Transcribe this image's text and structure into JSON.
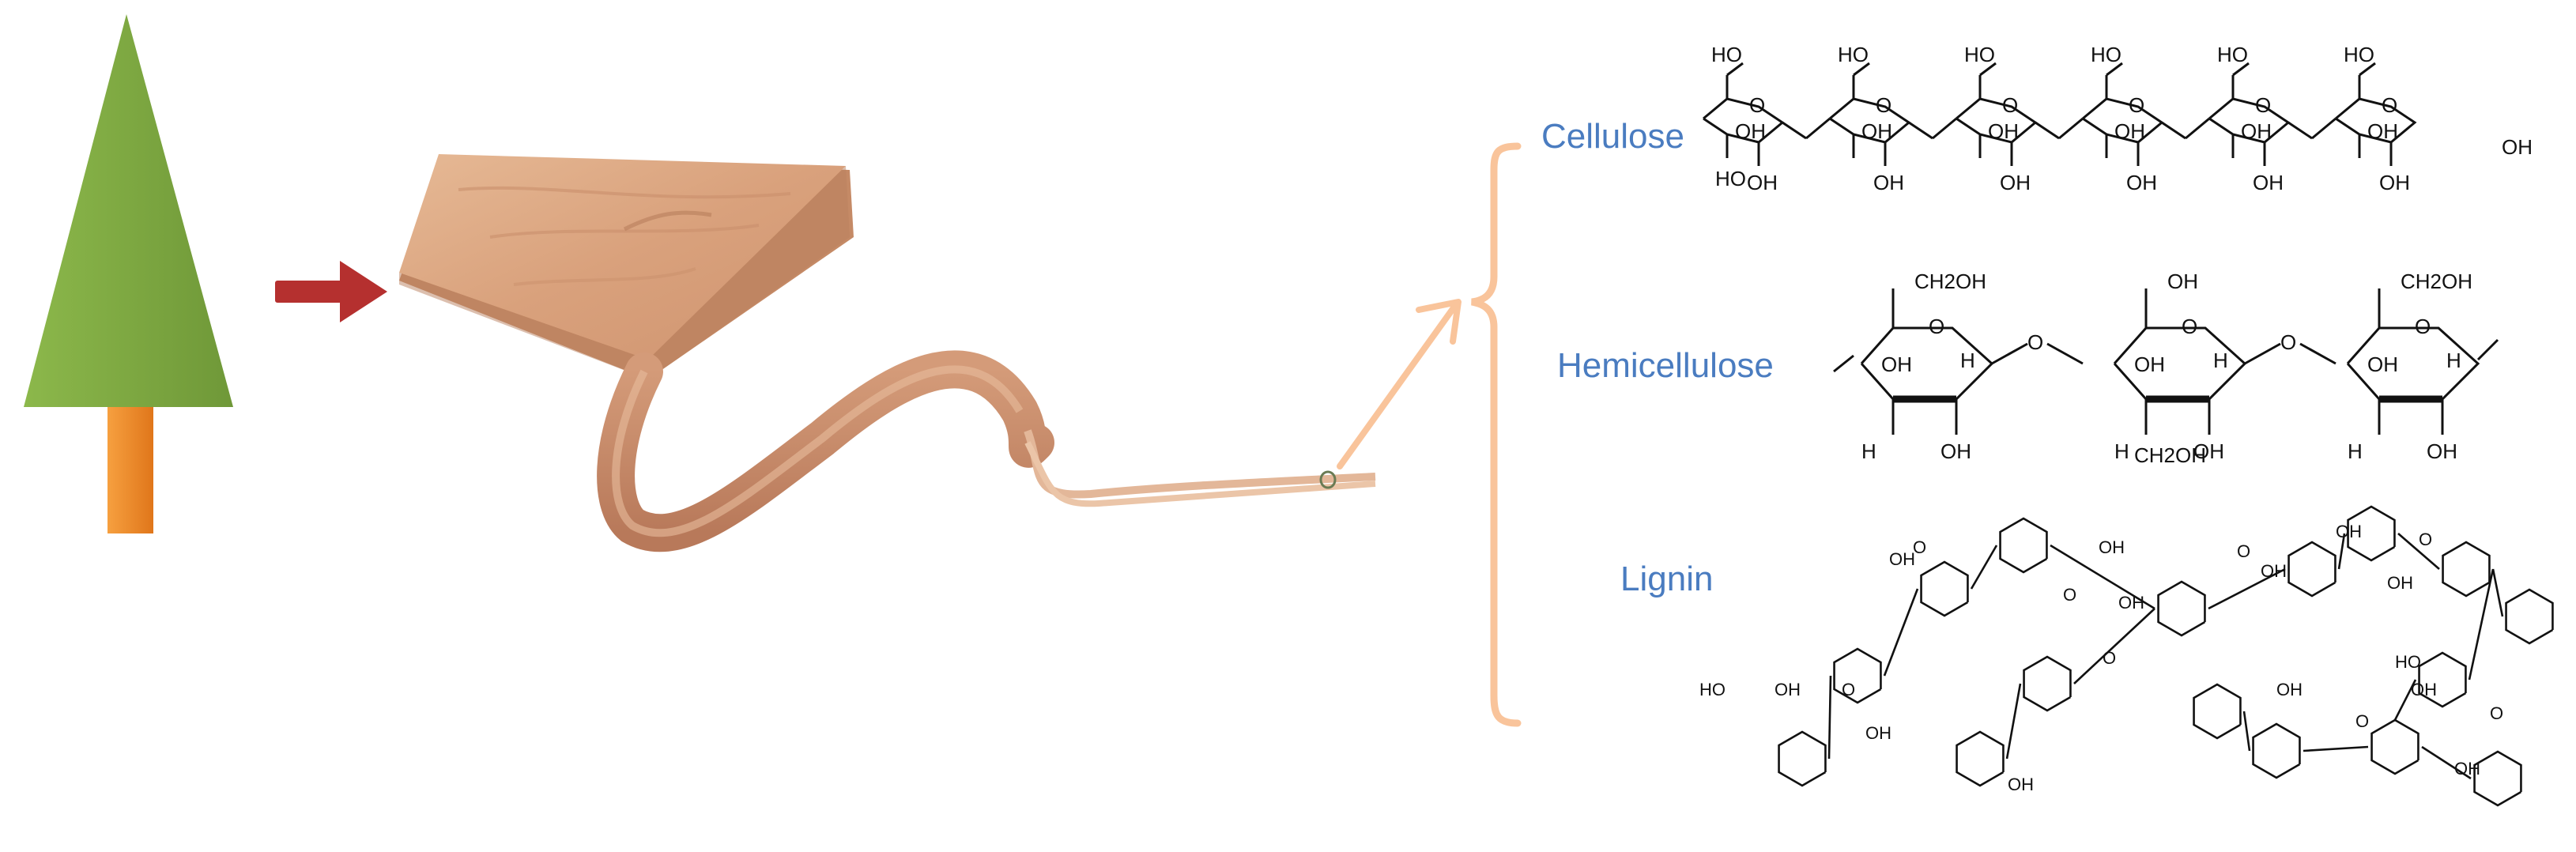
{
  "labels": {
    "cellulose": "Cellulose",
    "hemicellulose": "Hemicellulose",
    "lignin": "Lignin"
  },
  "chem": {
    "oh": "OH",
    "ch2oh": "CH2OH",
    "h": "H",
    "o": "O",
    "ho": "HO"
  },
  "colors": {
    "tree_green": "#7fa642",
    "trunk_orange": "#f28a1d",
    "arrow_red": "#b5302f",
    "wood": "#d7a27e",
    "bracket": "#f9c49b",
    "label_blue": "#4a7cc0"
  }
}
